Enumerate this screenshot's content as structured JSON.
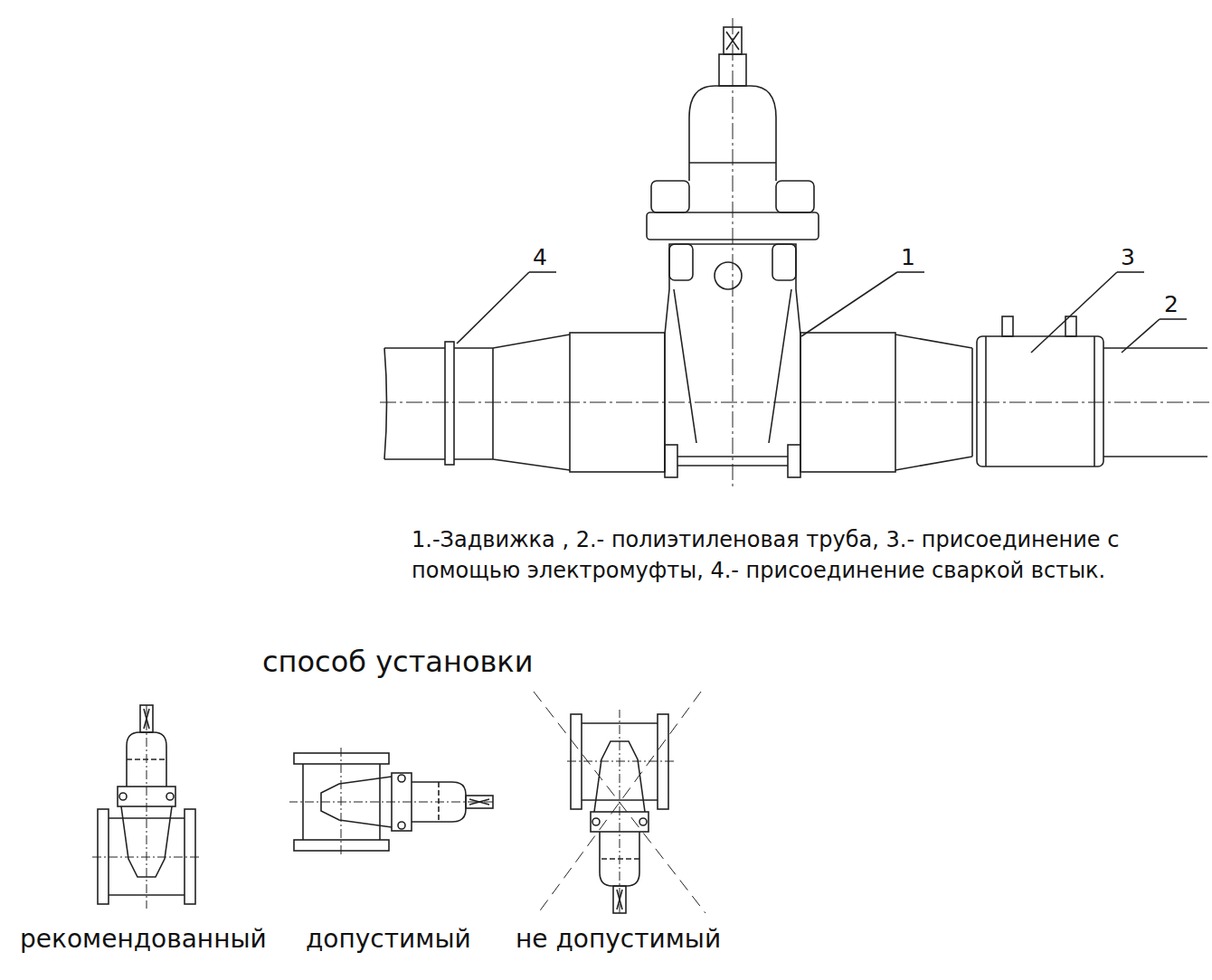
{
  "diagram": {
    "caption": "1.-Задвижка , 2.- полиэтиленовая труба, 3.- присоединение с помощью электромуфты, 4.- присоединение сваркой встык.",
    "labels": [
      "4",
      "1",
      "3",
      "2",
      "способ установки",
      "рекомендованный",
      "допустимый",
      "не допустимый"
    ]
  }
}
